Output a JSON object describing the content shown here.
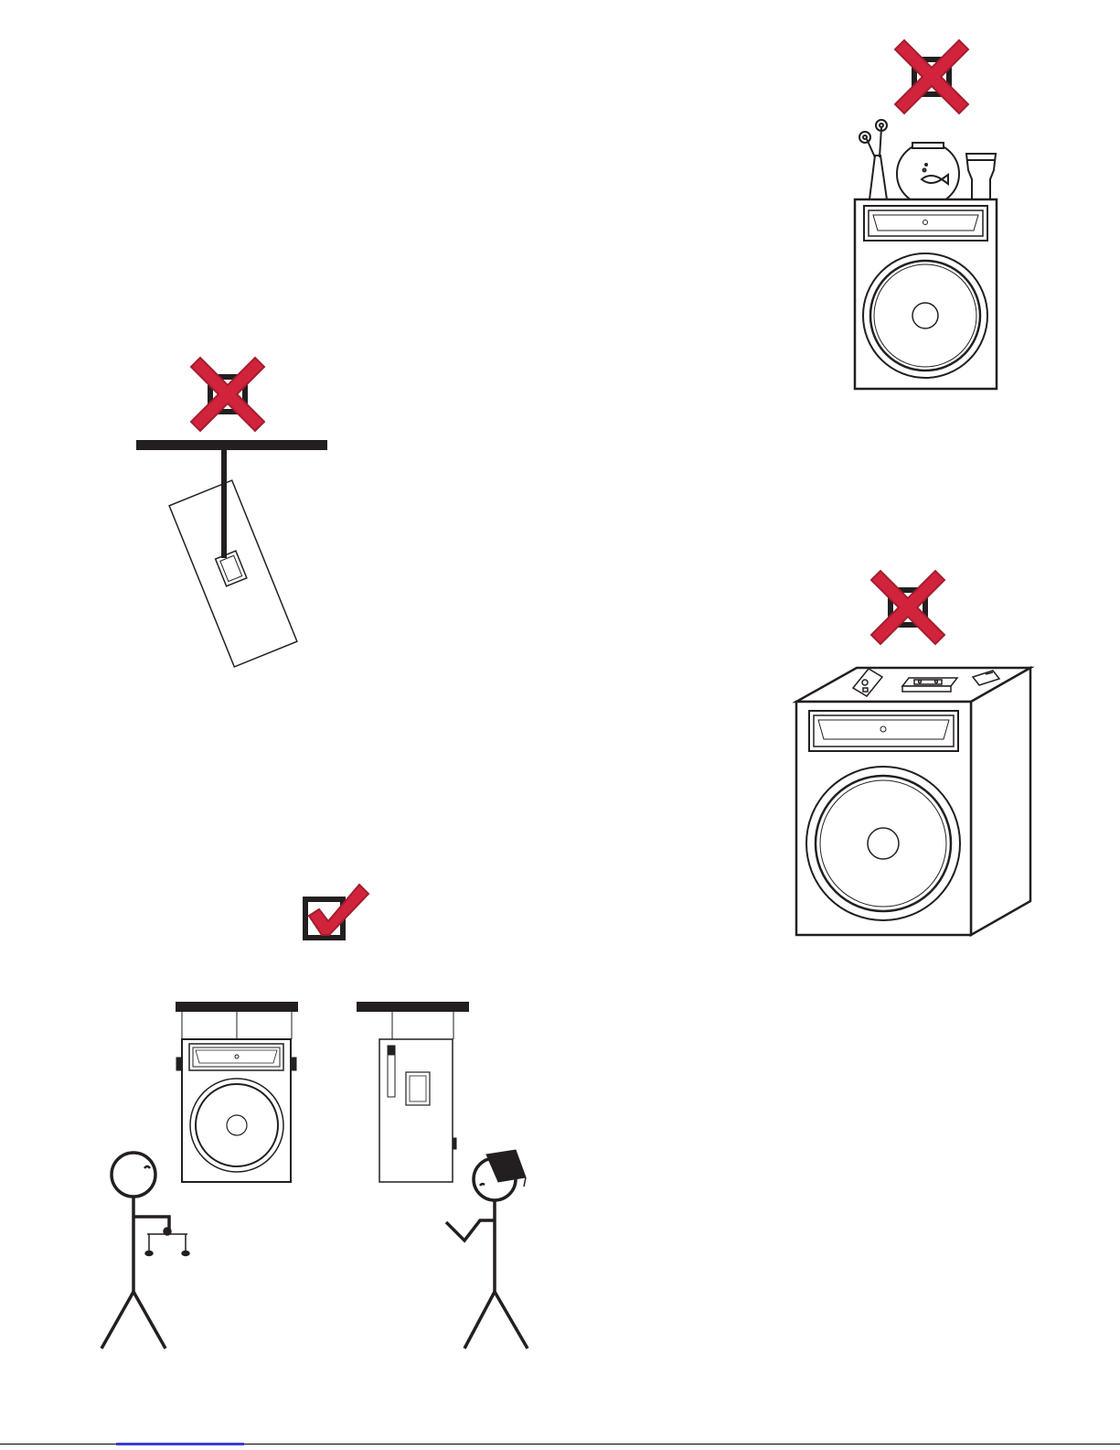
{
  "page": {
    "colors": {
      "ink": "#231f20",
      "mark_red": "#d2233c",
      "mark_red_dark": "#a31d2e",
      "box_fill": "#231f20",
      "link": "#3b3bd9"
    }
  },
  "warnings": [
    {
      "id": "objects-on-top",
      "verdict": "prohibited",
      "icon": "red-x-icon"
    },
    {
      "id": "single-point-suspension",
      "verdict": "prohibited",
      "icon": "red-x-icon"
    },
    {
      "id": "magnetic-media-on-speaker",
      "verdict": "prohibited",
      "icon": "red-x-icon"
    },
    {
      "id": "multi-point-suspension",
      "verdict": "approved",
      "icon": "red-check-icon"
    }
  ]
}
